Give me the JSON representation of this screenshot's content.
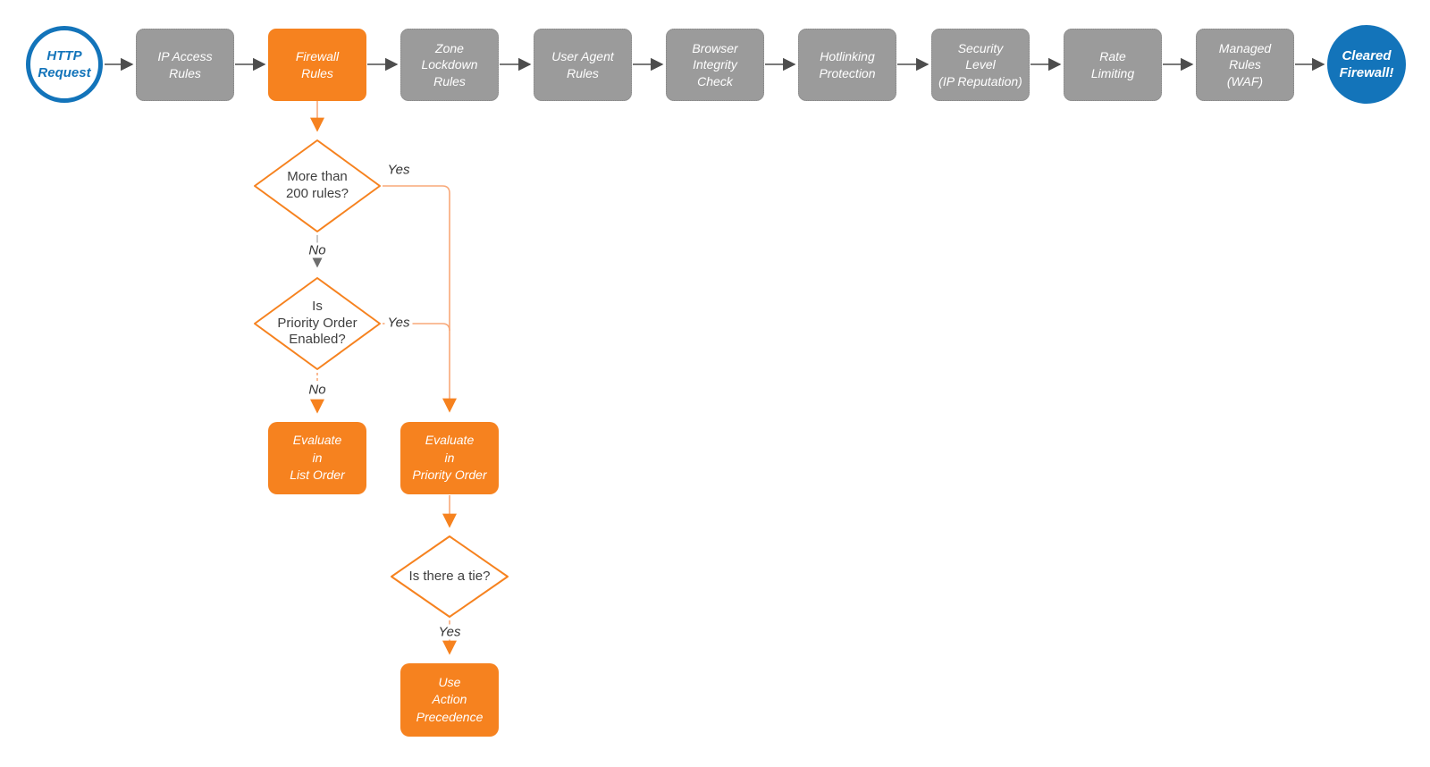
{
  "title": "HTTP request firewall evaluation flowchart",
  "colors": {
    "orange": "#f6821f",
    "orange_line": "#f8a878",
    "gray_box": "#9b9b9b",
    "blue": "#1374ba",
    "dark_arrow": "#4d4d4d",
    "gray_line": "#bbbbbb",
    "gray_arrowhead": "#6e6e6e",
    "diamond_text": "#404040"
  },
  "flow": {
    "start": {
      "label": "HTTP\nRequest"
    },
    "end": {
      "label": "Cleared\nFirewall!"
    },
    "stages": [
      {
        "label": "IP Access\nRules"
      },
      {
        "label": "Firewall\nRules"
      },
      {
        "label": "Zone\nLockdown\nRules"
      },
      {
        "label": "User Agent\nRules"
      },
      {
        "label": "Browser\nIntegrity\nCheck"
      },
      {
        "label": "Hotlinking\nProtection"
      },
      {
        "label": "Security\nLevel\n(IP Reputation)"
      },
      {
        "label": "Rate\nLimiting"
      },
      {
        "label": "Managed\nRules\n(WAF)"
      }
    ],
    "decisions": [
      {
        "label": "More than\n200 rules?"
      },
      {
        "label": "Is\nPriority Order\nEnabled?"
      },
      {
        "label": "Is there a tie?"
      }
    ],
    "actions": [
      {
        "label": "Evaluate\nin\nList Order"
      },
      {
        "label": "Evaluate\nin\nPriority Order"
      },
      {
        "label": "Use\nAction\nPrecedence"
      }
    ],
    "edge_labels": {
      "yes1": "Yes",
      "no1": "No",
      "yes2": "Yes",
      "no2": "No",
      "yes3": "Yes"
    }
  }
}
